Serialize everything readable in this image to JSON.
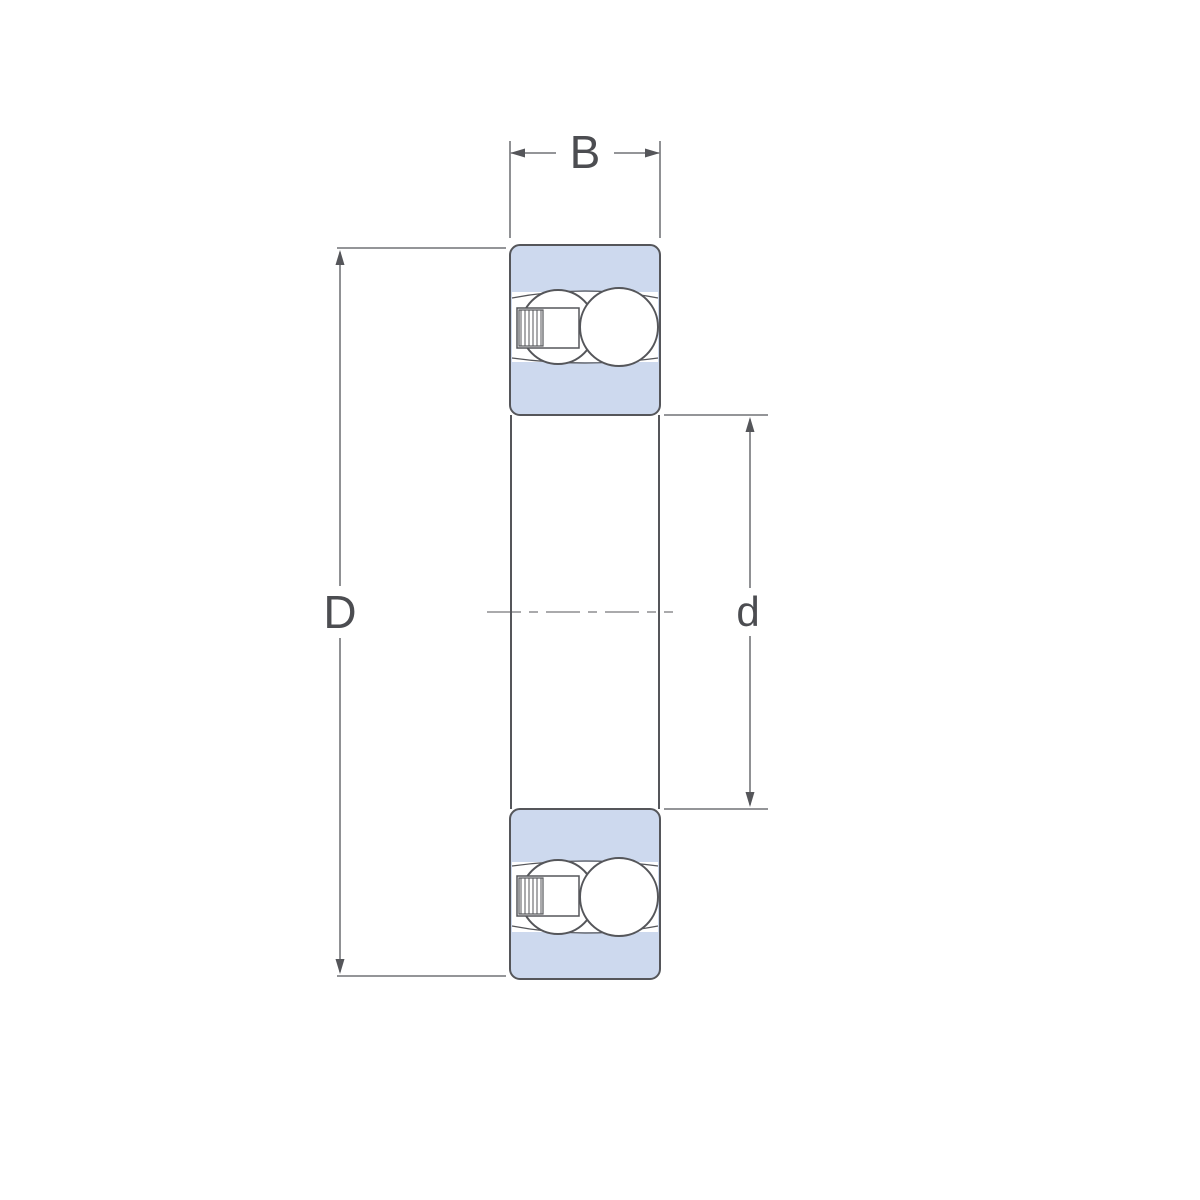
{
  "diagram": {
    "labels": {
      "width": "B",
      "outer_diameter": "D",
      "bore_diameter": "d"
    },
    "colors": {
      "ring_fill": "#cdd9ee",
      "line": "#55565a",
      "background": "#ffffff"
    }
  }
}
